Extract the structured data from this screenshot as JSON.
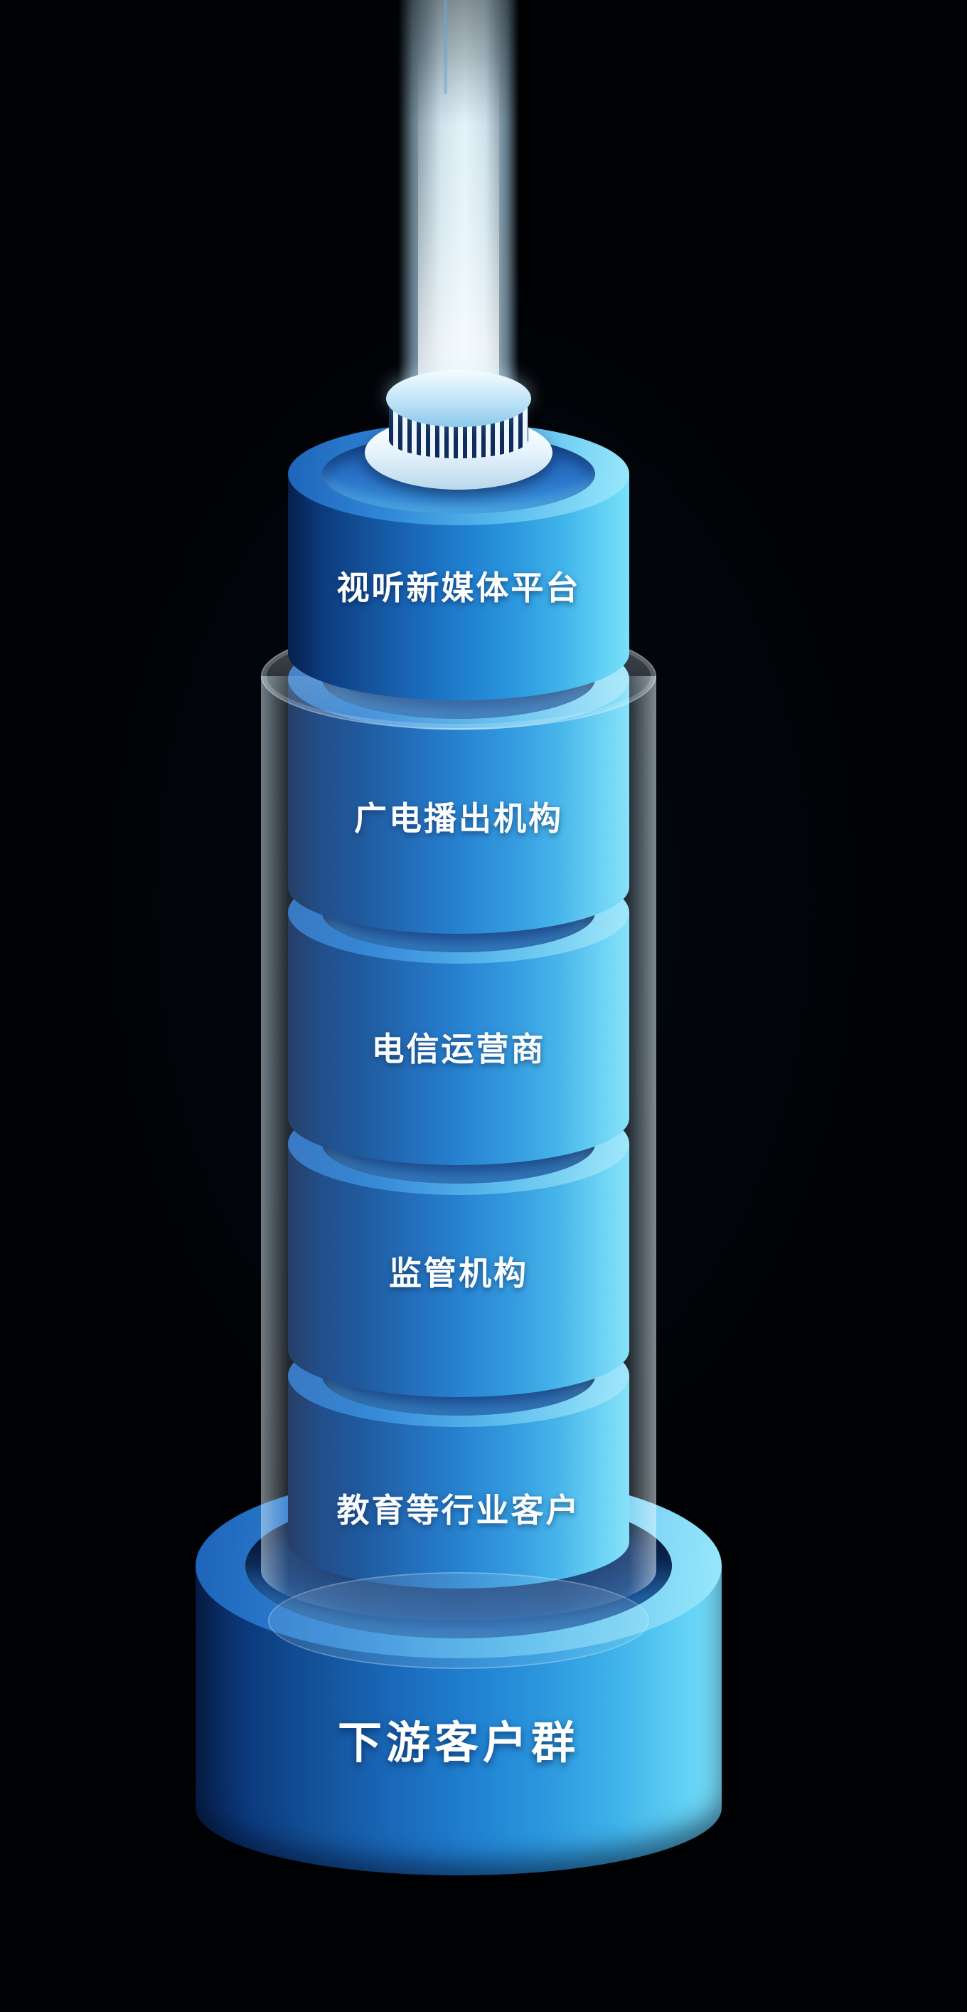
{
  "diagram": {
    "base_label": "下游客户群",
    "segments": [
      {
        "label": "视听新媒体平台"
      },
      {
        "label": "广电播出机构"
      },
      {
        "label": "电信运营商"
      },
      {
        "label": "监管机构"
      },
      {
        "label": "教育等行业客户"
      }
    ],
    "colors": {
      "background": "#000103",
      "cylinder_dark": "#0a2a5e",
      "cylinder_mid": "#2080d0",
      "cylinder_light": "#79e0fa",
      "recess_navy": "#0d3068",
      "beam_light": "#d6f0fc",
      "text": "#ffffff"
    }
  }
}
